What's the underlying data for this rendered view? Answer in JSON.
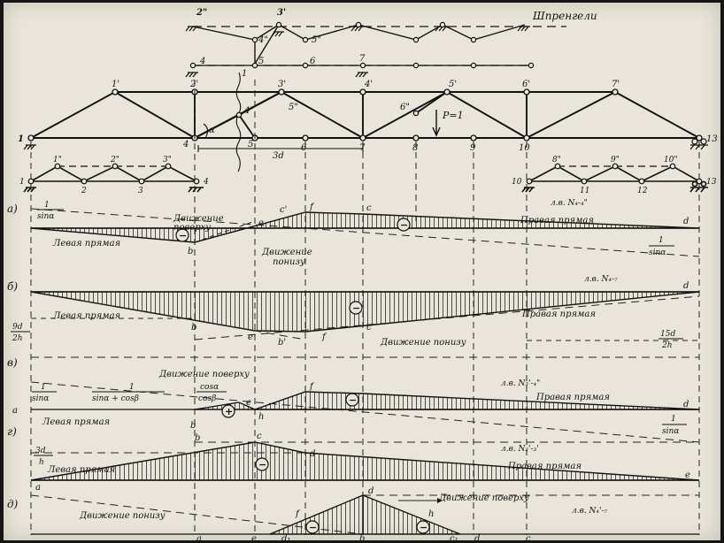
{
  "title_sprengels": "Шпренгели",
  "node_labels": {
    "top_2dp": "2\"",
    "top_3p": "3'",
    "top_4dp": "4\"",
    "top_5dp": "5\"",
    "mid_4": "4",
    "mid_5": "5",
    "mid_6": "6",
    "mid_7": "7",
    "mid_1": "1",
    "tr_1p": "1'",
    "tr_2p": "2'",
    "tr_3p": "3'",
    "tr_4p": "4'",
    "tr_4p_b": "4'",
    "tr_5p": "5'",
    "tr_6p": "6'",
    "tr_7p": "7'",
    "tr_5dp": "5\"",
    "tr_6dp": "6\"",
    "tr_1": "1",
    "tr_4": "4",
    "tr_5": "5",
    "tr_6": "6",
    "tr_7": "7",
    "tr_8": "8",
    "tr_9": "9",
    "tr_10": "10",
    "tr_13": "13",
    "alpha": "α",
    "load": "P=1",
    "panel": "3d",
    "sl_1dp": "1\"",
    "sl_2dp": "2\"",
    "sl_3dp": "3\"",
    "sl_1": "1",
    "sl_2": "2",
    "sl_3": "3",
    "sl_4": "4",
    "sr_8dp": "8\"",
    "sr_9dp": "9\"",
    "sr_10dp": "10\"",
    "sr_10": "10",
    "sr_11": "11",
    "sr_12": "12",
    "sr_13": "13"
  },
  "diagram_a": {
    "letter": "a)",
    "ord_one": "1",
    "ord_sin": "sinα",
    "upper_move": "Движение",
    "upper_move2": "поверху",
    "lower_move": "Движение",
    "lower_move2": "понизу",
    "left_line": "Левая прямая",
    "right_line": "Правая прямая",
    "tag": "л.в. N₄-₄\"",
    "right_one": "1",
    "right_sin": "sinα",
    "pt_b": "b",
    "pt_c1": "c'",
    "pt_f": "f",
    "pt_c": "c",
    "pt_d": "d",
    "pt_e": "e"
  },
  "diagram_b": {
    "letter": "б)",
    "tag": "л.в. N₄-₇",
    "left_num": "9d",
    "left_den": "2h",
    "right_num": "15d",
    "right_den": "2h",
    "left_line": "Левая прямая",
    "right_line": "Правая прямая",
    "lower_move": "Движение понизу",
    "pt_b": "b",
    "pt_e": "e",
    "pt_b1": "b'",
    "pt_f": "f",
    "pt_c": "c",
    "pt_d": "d"
  },
  "diagram_v": {
    "letter": "в)",
    "upper_move": "Движение поверху",
    "f1_num": "1",
    "f1_den": "sinα",
    "f2_num": "1",
    "f2_den": "sinα + cosβ",
    "f3_num": "cosα",
    "f3_den": "cosβ",
    "tag": "л.в. N₃'-₄\"",
    "right_line": "Правая прямая",
    "left_line": "Левая прямая",
    "right_one": "1",
    "right_sin": "sinα",
    "pt_a": "a",
    "pt_b": "b",
    "pt_e": "e",
    "pt_h": "h",
    "pt_f": "f",
    "pt_d": "d"
  },
  "diagram_g": {
    "letter": "г)",
    "left_num": "3d",
    "left_den": "h",
    "left_line": "Левая прямая",
    "right_line": "Правая прямая",
    "tag": "л.в. N₂'-₃'",
    "pt_a": "a",
    "pt_b": "b",
    "pt_c": "c",
    "pt_d": "d",
    "pt_e": "e"
  },
  "diagram_d": {
    "letter": "д)",
    "lower_move": "Движение понизу",
    "upper_move": "Движение поверху",
    "tag": "л.в. N₄'-₇",
    "pt_d": "d",
    "pt_f": "f",
    "pt_h": "h"
  },
  "bottom_labels": {
    "a": "a",
    "e": "e",
    "d1": "d₁",
    "b": "b",
    "c1": "c₁",
    "d": "d",
    "c": "c"
  },
  "signs": {
    "minus": "−",
    "plus": "+"
  }
}
